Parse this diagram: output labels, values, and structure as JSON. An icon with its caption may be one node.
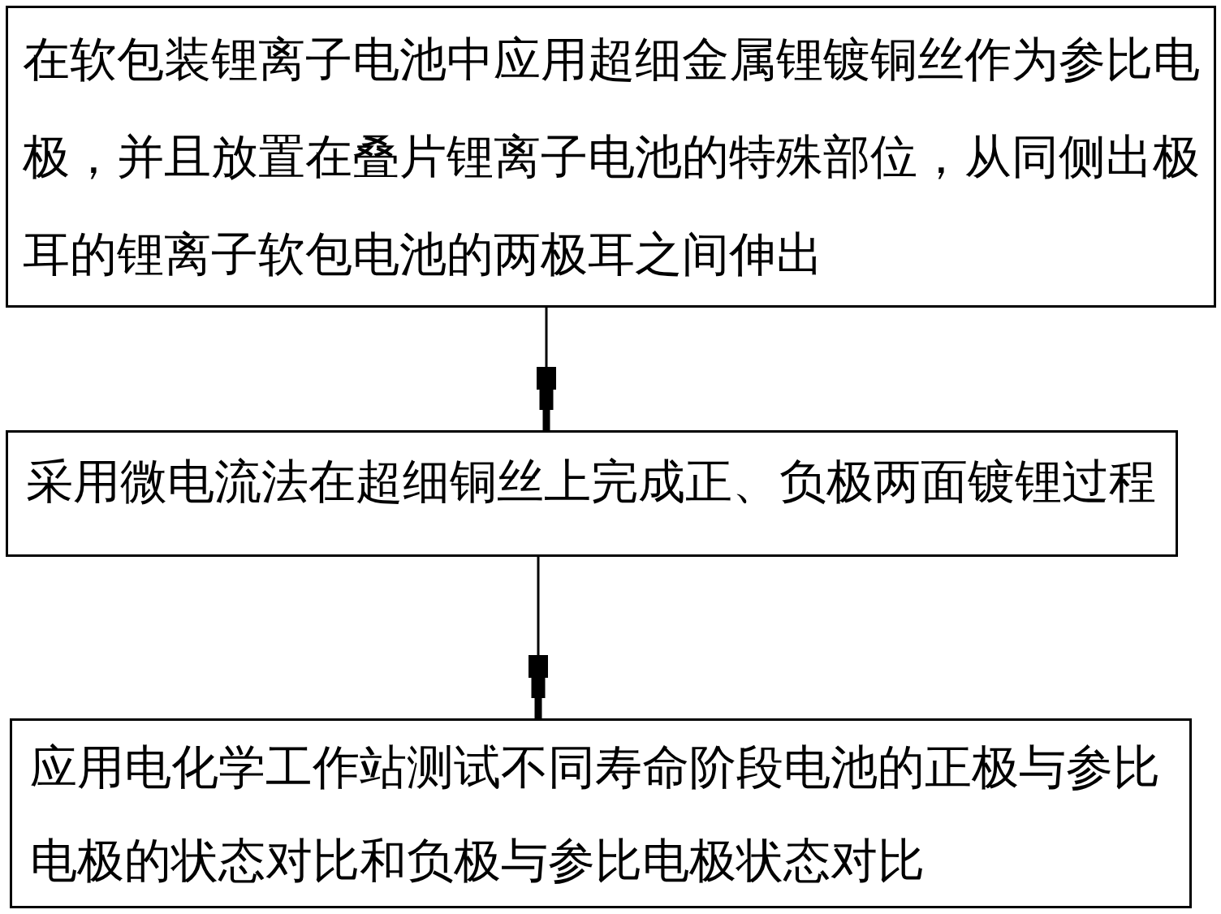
{
  "diagram": {
    "nodes": [
      {
        "text": [
          "在软包装锂离子电池中应用超细金属锂镀铜丝作为参比电极，并且放置在叠片锂离子电池的特殊部位，从同侧出极耳的锂离子软包电池的两极耳之间伸出"
        ]
      },
      {
        "text": [
          "采用微电流法在超细铜丝上完成正、负极两面镀锂过程"
        ]
      },
      {
        "text": [
          "应用电化学工作站测试不同寿命阶段电池的正极与参比电极的状态对比和负极与参比电极状态对比"
        ]
      }
    ],
    "edges": [
      {
        "from": 0,
        "to": 1,
        "arrow": "to"
      },
      {
        "from": 1,
        "to": 2,
        "arrow": "to"
      }
    ]
  }
}
